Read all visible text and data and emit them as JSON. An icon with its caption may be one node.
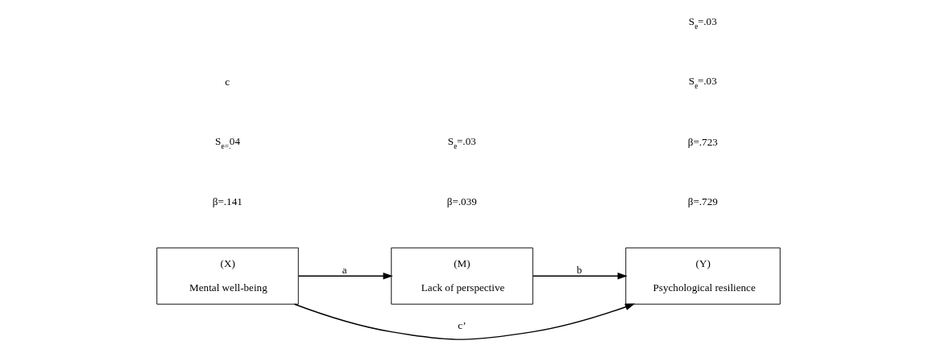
{
  "diagram": {
    "nodes": [
      {
        "text": [
          "(X)",
          "Mental well-being"
        ]
      },
      {
        "text": [
          "(M)",
          "Lack of perspective"
        ]
      },
      {
        "text": [
          "(Y)",
          "Psychological resilience"
        ]
      }
    ],
    "edges": [
      {
        "from": 0,
        "to": 1,
        "arrow": "to",
        "label": "a"
      },
      {
        "from": 1,
        "to": 2,
        "arrow": "to",
        "label": "b"
      },
      {
        "from": 0,
        "to": 2,
        "arrow": "to",
        "label": "c’"
      }
    ],
    "labels": [
      "β=.141",
      "S$_{e=.}$04",
      "β=.039",
      "S$_{e}$=.03",
      "c",
      "β=.729",
      "β=.723",
      "S$_{e}$=.03",
      "S$_{e}$=.03"
    ]
  }
}
